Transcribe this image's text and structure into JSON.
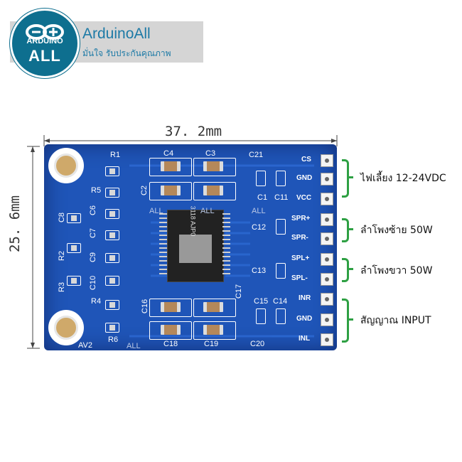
{
  "brand": {
    "name": "ArduinoAll",
    "tagline": "มั่นใจ  รับประกันคุณภาพ",
    "logo_top": "ARDUINO",
    "logo_bottom": "ALL",
    "color": "#1d7aa6"
  },
  "dimensions": {
    "width": "37. 2mm",
    "height": "25. 6mm"
  },
  "board": {
    "color": "#1f55b8",
    "pins": [
      "CS",
      "GND",
      "VCC",
      "SPR+",
      "SPR-",
      "SPL+",
      "SPL-",
      "INR",
      "GND",
      "INL"
    ],
    "resistors": [
      "R1",
      "R5",
      "R2",
      "R3",
      "R4",
      "R6"
    ],
    "capacitors_left": [
      "C8",
      "C6",
      "C7",
      "C9",
      "C10"
    ],
    "capacitors_right": [
      "C1",
      "C11",
      "C12",
      "C13",
      "C15",
      "C14"
    ],
    "capacitors_big_top": [
      "C4",
      "C3",
      "C2",
      "C21"
    ],
    "capacitors_big_bottom": [
      "C16",
      "C17",
      "C18",
      "C19",
      "C20"
    ],
    "chip_marking": "3118 AJP0",
    "watermark": "ALL",
    "corner_mark": "AV2"
  },
  "annotations": [
    {
      "label": "ไฟเลี้ยง 12-24VDC"
    },
    {
      "label": "ลำโพงซ้าย 50W"
    },
    {
      "label": "ลำโพงขวา 50W"
    },
    {
      "label": "สัญญาณ INPUT"
    }
  ],
  "colors": {
    "bracket": "#2ea043",
    "dimension": "#333333"
  }
}
